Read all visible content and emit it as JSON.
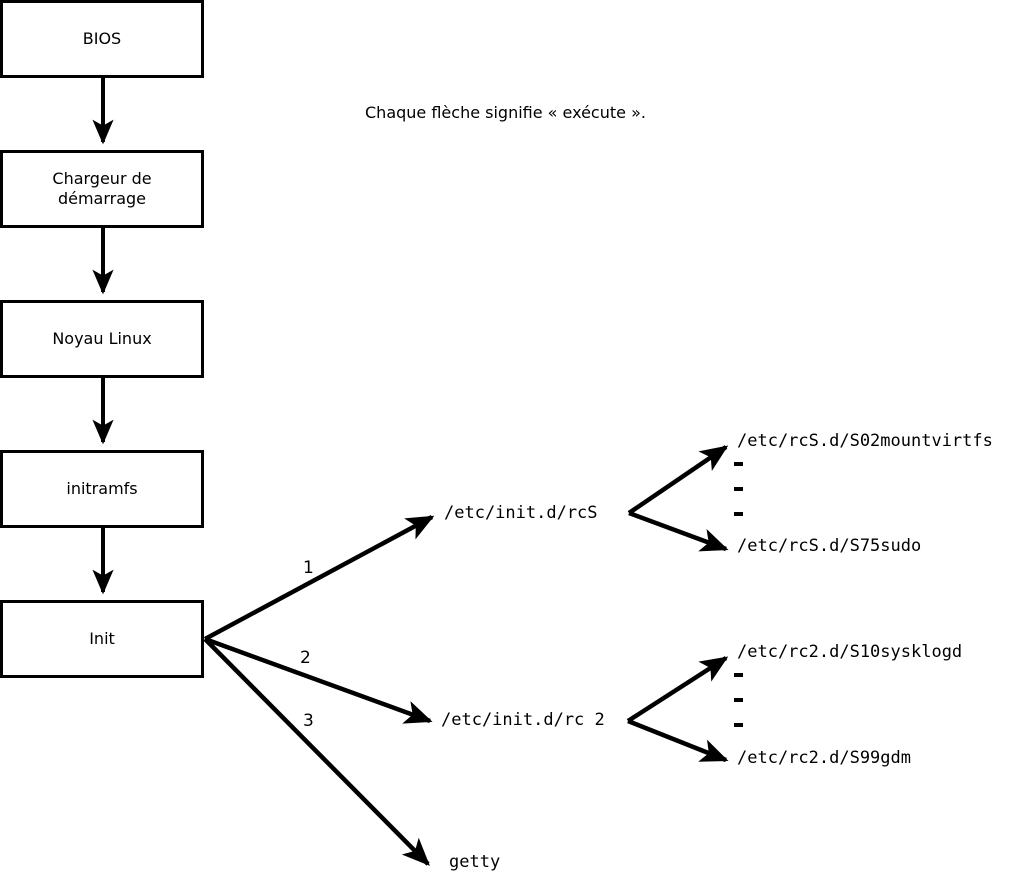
{
  "caption": {
    "note": "Chaque flèche signifie « exécute »."
  },
  "colors": {
    "stroke": "#000000",
    "background": "#ffffff",
    "box_fill": "#ffffff"
  },
  "boot_stages": [
    {
      "id": "bios",
      "label": "BIOS"
    },
    {
      "id": "bootloader",
      "label": "Chargeur de\ndémarrage"
    },
    {
      "id": "kernel",
      "label": "Noyau Linux"
    },
    {
      "id": "initramfs",
      "label": "initramfs"
    },
    {
      "id": "init",
      "label": "Init"
    }
  ],
  "init_branches": [
    {
      "number": "1",
      "target": "/etc/init.d/rcS"
    },
    {
      "number": "2",
      "target": "/etc/init.d/rc 2"
    },
    {
      "number": "3",
      "target": "getty"
    }
  ],
  "scripts": {
    "rcS": {
      "parent": "/etc/init.d/rcS",
      "first": "/etc/rcS.d/S02mountvirtfs",
      "last": "/etc/rcS.d/S75sudo",
      "ellipsis_count": 3
    },
    "rc2": {
      "parent": "/etc/init.d/rc 2",
      "first": "/etc/rc2.d/S10sysklogd",
      "last": "/etc/rc2.d/S99gdm",
      "ellipsis_count": 3
    }
  },
  "getty": {
    "label": "getty"
  },
  "chart_data": {
    "type": "diagram",
    "title": "Linux boot sequence flowchart",
    "nodes": [
      "BIOS",
      "Chargeur de démarrage",
      "Noyau Linux",
      "initramfs",
      "Init",
      "/etc/init.d/rcS",
      "/etc/rcS.d/S02mountvirtfs",
      "/etc/rcS.d/S75sudo",
      "/etc/init.d/rc 2",
      "/etc/rc2.d/S10sysklogd",
      "/etc/rc2.d/S99gdm",
      "getty"
    ],
    "edges": [
      {
        "from": "BIOS",
        "to": "Chargeur de démarrage",
        "label": ""
      },
      {
        "from": "Chargeur de démarrage",
        "to": "Noyau Linux",
        "label": ""
      },
      {
        "from": "Noyau Linux",
        "to": "initramfs",
        "label": ""
      },
      {
        "from": "initramfs",
        "to": "Init",
        "label": ""
      },
      {
        "from": "Init",
        "to": "/etc/init.d/rcS",
        "label": "1"
      },
      {
        "from": "Init",
        "to": "/etc/init.d/rc 2",
        "label": "2"
      },
      {
        "from": "Init",
        "to": "getty",
        "label": "3"
      },
      {
        "from": "/etc/init.d/rcS",
        "to": "/etc/rcS.d/S02mountvirtfs",
        "label": ""
      },
      {
        "from": "/etc/init.d/rcS",
        "to": "/etc/rcS.d/S75sudo",
        "label": ""
      },
      {
        "from": "/etc/init.d/rc 2",
        "to": "/etc/rc2.d/S10sysklogd",
        "label": ""
      },
      {
        "from": "/etc/init.d/rc 2",
        "to": "/etc/rc2.d/S99gdm",
        "label": ""
      }
    ]
  }
}
